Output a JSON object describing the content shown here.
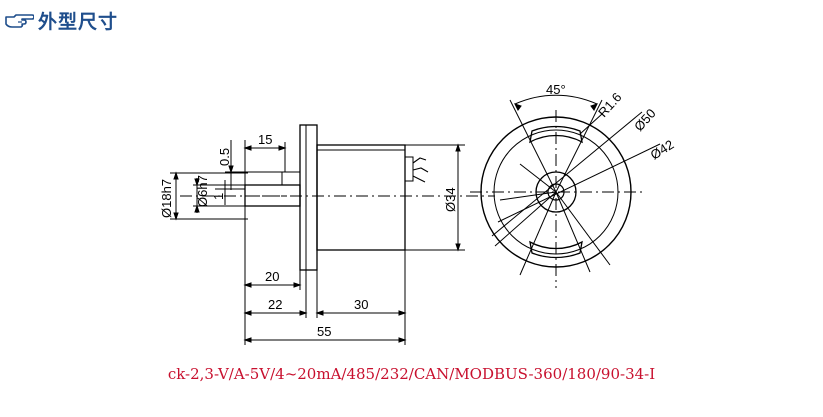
{
  "header": {
    "icon": "pointing-hand-icon",
    "title": "外型尺寸",
    "color": "#1f4e8c"
  },
  "side_view": {
    "dim_15": "15",
    "dim_0_5": "0.5",
    "dim_18h7": "Ø18h7",
    "dim_6h7": "Ø6h7",
    "dim_1": "1",
    "dim_34": "Ø34",
    "dim_20": "20",
    "dim_22": "22",
    "dim_30": "30",
    "dim_55": "55"
  },
  "front_view": {
    "dim_45": "45°",
    "dim_r16": "R1.6",
    "dim_50": "Ø50",
    "dim_42": "Ø42"
  },
  "caption": {
    "text": "ck-2,3-V/A-5V/4~20mA/485/232/CAN/MODBUS-360/180/90-34-I",
    "color": "#c8102e"
  }
}
